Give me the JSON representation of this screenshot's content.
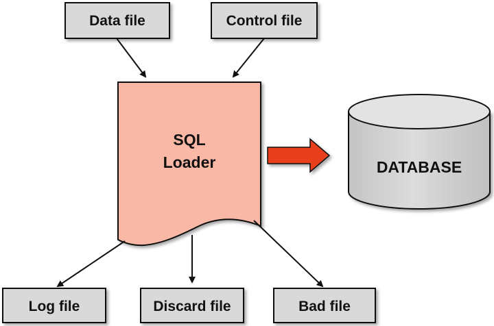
{
  "inputs": {
    "data_file": "Data file",
    "control_file": "Control file"
  },
  "loader": {
    "line1": "SQL",
    "line2": "Loader"
  },
  "database": {
    "label": "DATABASE"
  },
  "outputs": {
    "log_file": "Log file",
    "discard_file": "Discard file",
    "bad_file": "Bad file"
  },
  "colors": {
    "box_fill": "#d9d9d9",
    "loader_fill": "#f9b7a5",
    "database_fill": "#d4d4d4",
    "arrow_red": "#e8401c"
  }
}
